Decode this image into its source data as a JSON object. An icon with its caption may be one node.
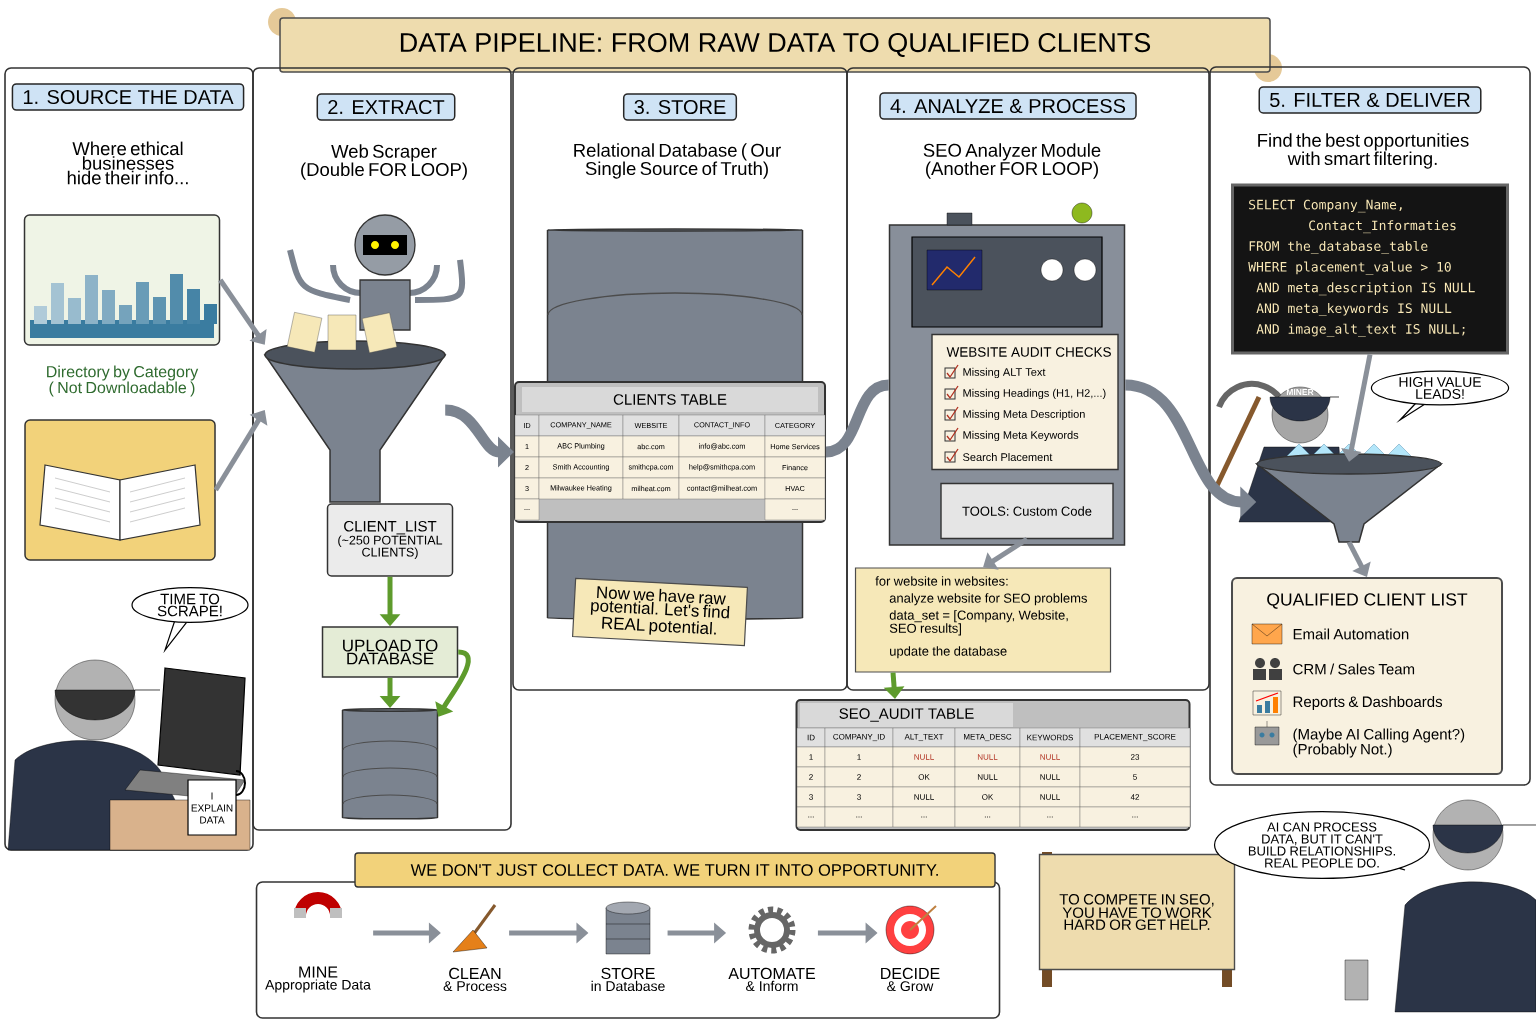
{
  "diagram": {
    "title": "DATA PIPELINE: FROM RAW DATA TO QUALIFIED CLIENTS",
    "nodes": [
      {
        "text": [
          "1. SOURCE THE DATA",
          "Where ethical businesses hide their info..."
        ]
      },
      {
        "text": [],
        "shape": "picture",
        "beside": [
          "Directory by Category ( Not Downloadable )"
        ],
        "in": 0
      },
      {
        "text": [],
        "shape": "picture",
        "in": 0
      },
      {
        "text": [
          "2. EXTRACT",
          "Web Scraper (Double FOR LOOP)"
        ]
      },
      {
        "text": [],
        "shape": "picture",
        "in": 3
      },
      {
        "text": [
          "CLIENT_LIST",
          "(~250 POTENTIAL CLIENTS)"
        ],
        "in": 3
      },
      {
        "text": [
          "UPLOAD TO DATABASE"
        ],
        "in": 3
      },
      {
        "text": [],
        "shape": "cylinder",
        "in": 3
      },
      {
        "text": [
          "3. STORE",
          "Relational Database ( Our Single Source of Truth)"
        ]
      },
      {
        "text": [],
        "shape": "cylinder",
        "in": 8
      },
      {
        "text": [
          "CLIENTS TABLE",
          "ID",
          "COMPANY_NAME",
          "WEBSITE",
          "CONTACT_INFO",
          "CATEGORY",
          "1",
          "ABC Plumbing",
          "abc.com",
          "info@abc.com",
          "Home Services",
          "2",
          "Smith Accounting",
          "smithcpa.com",
          "help@smithcpa.com",
          "Finance",
          "3",
          "Milwaukee Heating",
          "milheat.com",
          "contact@milheat.com",
          "HVAC",
          "...",
          "..."
        ],
        "in": 8
      },
      {
        "text": [
          "Now we have raw potential. Let's find REAL potential."
        ],
        "in": 8
      },
      {
        "text": [
          "4. ANALYZE & PROCESS",
          "SEO Analyzer Module (Another FOR LOOP)"
        ]
      },
      {
        "text": [],
        "shape": "picture",
        "in": 12
      },
      {
        "text": [
          "WEBSITE AUDIT CHECKS",
          "Missing ALT Text",
          "Missing Headings (H1, H2,...)",
          "Missing Meta Description",
          "Missing Meta Keywords",
          "Search Placement"
        ],
        "in": 13
      },
      {
        "text": [
          "TOOLS: Custom Code"
        ],
        "in": 13
      },
      {
        "text": [
          "for website in websites:",
          "analyze website for SEO problems",
          "data_set = [Company, Website, SEO results]",
          "update the database"
        ],
        "in": 12
      },
      {
        "text": [
          "SEO_AUDIT TABLE",
          "ID",
          "COMPANY_ID",
          "ALT_TEXT",
          "META_DESC",
          "KEYWORDS",
          "PLACEMENT_SCORE",
          "1",
          "1",
          "NULL",
          "NULL",
          "NULL",
          "23",
          "2",
          "2",
          "OK",
          "NULL",
          "NULL",
          "5",
          "3",
          "3",
          "NULL",
          "OK",
          "NULL",
          "42",
          "...",
          "...",
          "...",
          "...",
          "...",
          "..."
        ]
      },
      {
        "text": [
          "5. FILTER & DELIVER",
          "Find the best opportunities with smart filtering."
        ]
      },
      {
        "text": [
          "SELECT Company_Name,",
          "Contact_Informaties",
          "FROM the_database_table",
          "WHERE placement_value > 10",
          "AND meta_description IS NULL",
          "AND meta_keywords IS NULL",
          "AND image_alt_text IS NULL;"
        ],
        "in": 18
      },
      {
        "text": [],
        "shape": "picture",
        "in": 18
      },
      {
        "text": [
          "QUALIFIED CLIENT LIST",
          "Email Automation",
          "CRM / Sales Team",
          "Reports & Dashboards",
          "(Maybe AI Calling Agent?) (Probably Not.)"
        ],
        "in": 18
      },
      {
        "text": [
          "WE DON'T JUST COLLECT DATA. WE TURN IT INTO OPPORTUNITY."
        ]
      },
      {
        "text": [
          "MINE",
          "Appropriate Data"
        ],
        "in": 22
      },
      {
        "text": [
          "CLEAN",
          "& Process"
        ],
        "in": 22
      },
      {
        "text": [
          "STORE",
          "in Database"
        ],
        "in": 22
      },
      {
        "text": [
          "AUTOMATE",
          "& Inform"
        ],
        "in": 22
      },
      {
        "text": [
          "DECIDE",
          "& Grow"
        ],
        "in": 22
      },
      {
        "text": [
          "TO COMPETE IN SEO, YOU HAVE TO WORK HARD OR GET HELP."
        ]
      }
    ],
    "edges": [
      {
        "from": 1,
        "to": 4,
        "arrow": "to"
      },
      {
        "from": 2,
        "to": 4,
        "arrow": "to"
      },
      {
        "from": 4,
        "to": 10,
        "arrow": "to",
        "style": "thick"
      },
      {
        "from": 5,
        "to": 6,
        "arrow": "to",
        "color": "#5e9b2c"
      },
      {
        "from": 6,
        "to": 7,
        "arrow": "to",
        "color": "#5e9b2c"
      },
      {
        "from": 6,
        "to": 7,
        "arrow": "to",
        "color": "#5e9b2c"
      },
      {
        "from": 10,
        "to": 13,
        "arrow": "none",
        "style": "thick"
      },
      {
        "from": 15,
        "to": 16,
        "arrow": "to"
      },
      {
        "from": 16,
        "to": 17,
        "arrow": "to",
        "color": "#5e9b2c"
      },
      {
        "from": 13,
        "to": 20,
        "arrow": "to",
        "style": "thick"
      },
      {
        "from": 19,
        "to": 20,
        "arrow": "to"
      },
      {
        "from": 20,
        "to": 21,
        "arrow": "to"
      },
      {
        "from": 23,
        "to": 24,
        "arrow": "to"
      },
      {
        "from": 24,
        "to": 25,
        "arrow": "to"
      },
      {
        "from": 25,
        "to": 26,
        "arrow": "to"
      },
      {
        "from": 26,
        "to": 27,
        "arrow": "to"
      }
    ],
    "labels": [
      "TIME TO SCRAPE!",
      "I EXPLAIN DATA",
      "DATA MINER",
      "HIGH VALUE LEADS!",
      "AI CAN PROCESS DATA, BUT IT CAN'T BUILD RELATIONSHIPS. REAL PEOPLE DO."
    ]
  }
}
